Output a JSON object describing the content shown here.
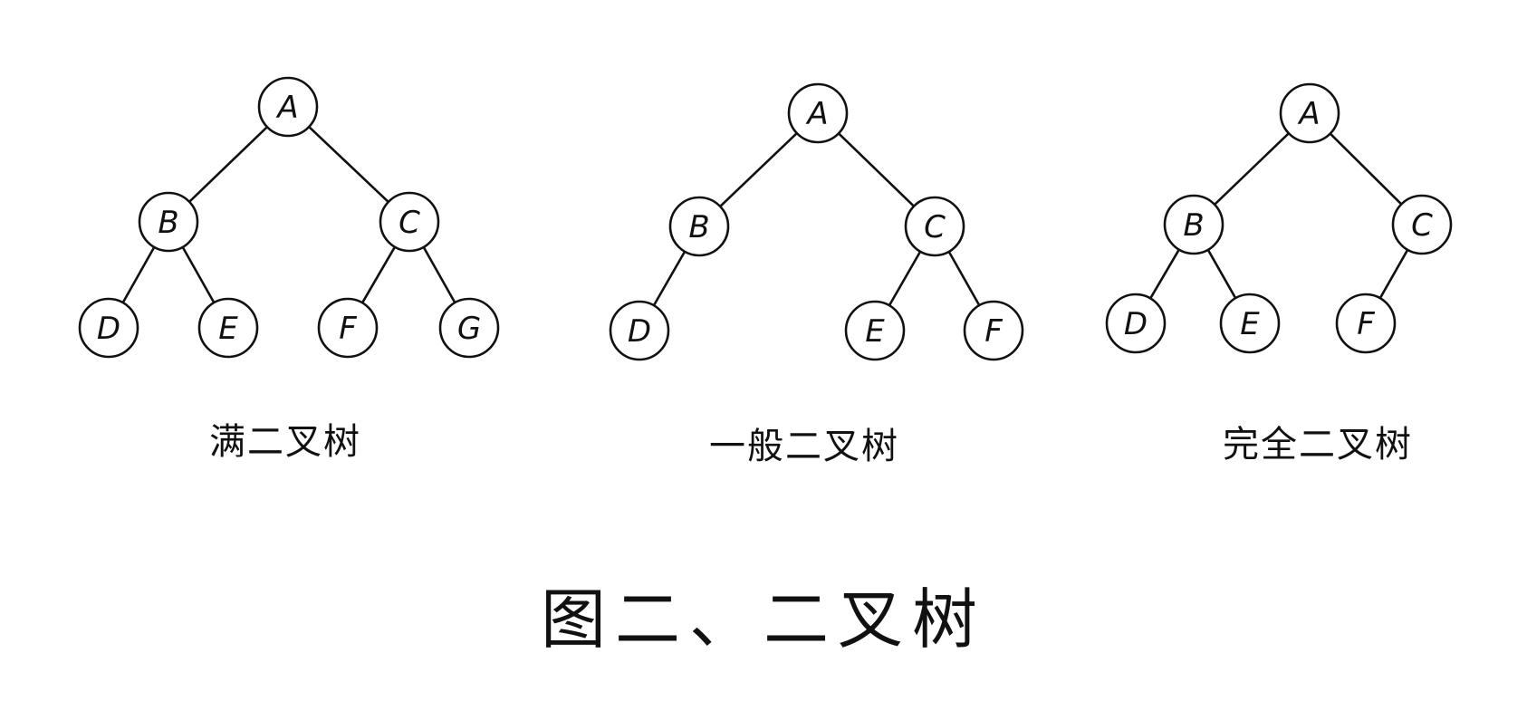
{
  "trees": [
    {
      "id": "full",
      "caption": "满二叉树",
      "nodes": [
        {
          "id": "A",
          "label": "A"
        },
        {
          "id": "B",
          "label": "B"
        },
        {
          "id": "C",
          "label": "C"
        },
        {
          "id": "D",
          "label": "D"
        },
        {
          "id": "E",
          "label": "E"
        },
        {
          "id": "F",
          "label": "F"
        },
        {
          "id": "G",
          "label": "G"
        }
      ],
      "edges": [
        [
          "A",
          "B"
        ],
        [
          "A",
          "C"
        ],
        [
          "B",
          "D"
        ],
        [
          "B",
          "E"
        ],
        [
          "C",
          "F"
        ],
        [
          "C",
          "G"
        ]
      ]
    },
    {
      "id": "general",
      "caption": "一般二叉树",
      "nodes": [
        {
          "id": "A",
          "label": "A"
        },
        {
          "id": "B",
          "label": "B"
        },
        {
          "id": "C",
          "label": "C"
        },
        {
          "id": "D",
          "label": "D"
        },
        {
          "id": "E",
          "label": "E"
        },
        {
          "id": "F",
          "label": "F"
        }
      ],
      "edges": [
        [
          "A",
          "B"
        ],
        [
          "A",
          "C"
        ],
        [
          "B",
          "D"
        ],
        [
          "C",
          "E"
        ],
        [
          "C",
          "F"
        ]
      ]
    },
    {
      "id": "complete",
      "caption": "完全二叉树",
      "nodes": [
        {
          "id": "A",
          "label": "A"
        },
        {
          "id": "B",
          "label": "B"
        },
        {
          "id": "C",
          "label": "C"
        },
        {
          "id": "D",
          "label": "D"
        },
        {
          "id": "E",
          "label": "E"
        },
        {
          "id": "F",
          "label": "F"
        }
      ],
      "edges": [
        [
          "A",
          "B"
        ],
        [
          "A",
          "C"
        ],
        [
          "B",
          "D"
        ],
        [
          "B",
          "E"
        ],
        [
          "C",
          "F"
        ]
      ]
    }
  ],
  "figure_caption": "图二、二叉树"
}
